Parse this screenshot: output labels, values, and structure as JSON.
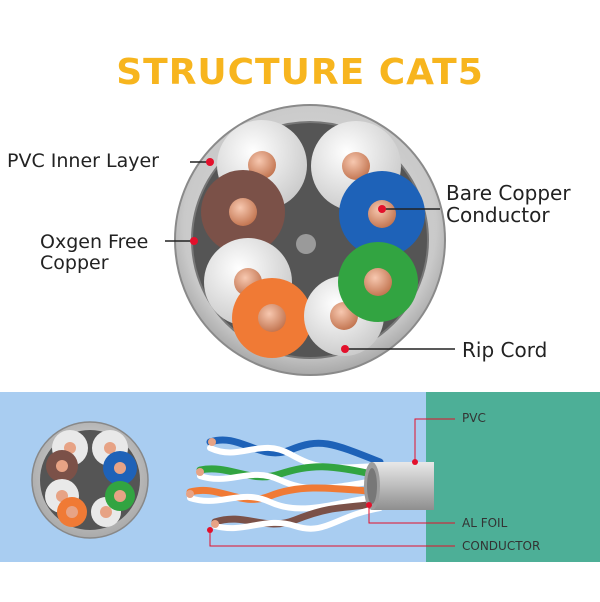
{
  "title": "STRUCTURE CAT5",
  "labels": {
    "pvc_inner_layer": "PVC Inner Layer",
    "oxygen_free_1": "Oxgen Free",
    "oxygen_free_2": "Copper",
    "bare_copper_1": "Bare Copper",
    "bare_copper_2": "Conductor",
    "rip_cord": "Rip Cord",
    "pvc": "PVC",
    "al_foil": "AL FOIL",
    "conductor": "CONDUCTOR"
  },
  "colors": {
    "title": "#f7b51e",
    "callout_dot": "#e3102b",
    "band_blue": "#a9cdf1",
    "band_green": "#4daf97",
    "wire_blue": "#1e62b8",
    "wire_orange": "#f07a35",
    "wire_green": "#32a441",
    "wire_brown": "#7b5148",
    "copper": "#e7a385"
  }
}
